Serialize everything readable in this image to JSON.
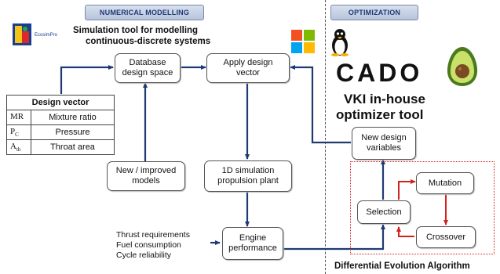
{
  "sections": {
    "left_header": "NUMERICAL MODELLING",
    "right_header": "OPTIMIZATION"
  },
  "ecosim": {
    "logo_text": "EcosimPro",
    "tagline_line1": "Simulation tool for modelling",
    "tagline_line2": "continuous-discrete systems"
  },
  "boxes": {
    "database": [
      "Database",
      "design space"
    ],
    "apply": [
      "Apply design",
      "vector"
    ],
    "new_models": [
      "New / improved",
      "models"
    ],
    "sim_1d": [
      "1D simulation",
      "propulsion plant"
    ],
    "engine": [
      "Engine",
      "performance"
    ],
    "new_vars": [
      "New design",
      "variables"
    ],
    "selection": "Selection",
    "mutation": "Mutation",
    "crossover": "Crossover"
  },
  "design_vector": {
    "title": "Design vector",
    "rows": [
      {
        "symbol": "MR",
        "sub": "",
        "label": "Mixture ratio"
      },
      {
        "symbol": "P",
        "sub": "C",
        "label": "Pressure"
      },
      {
        "symbol": "A",
        "sub": "th",
        "label": "Throat area"
      }
    ]
  },
  "requirements": [
    "Thrust requirements",
    "Fuel consumption",
    "Cycle reliability"
  ],
  "cado": {
    "logo": "CADO",
    "line1": "VKI in-house",
    "line2": "optimizer tool"
  },
  "de_label": "Differential Evolution Algorithm",
  "colors": {
    "flow_arrow": "#1f3a73",
    "de_arrow": "#d52020",
    "header_text": "#1f3a73"
  },
  "icons": [
    "ecosimpro-logo-icon",
    "windows-logo-icon",
    "linux-tux-icon",
    "avocado-icon"
  ]
}
